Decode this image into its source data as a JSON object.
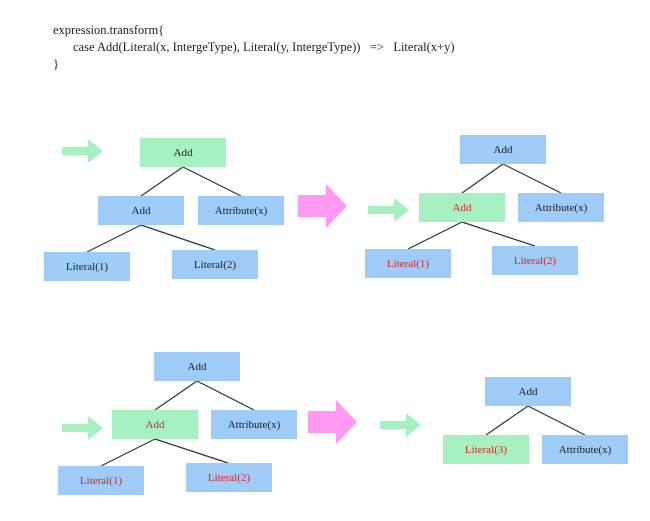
{
  "code": {
    "line1": "expression.transform{",
    "line2": "case Add(Literal(x, IntergeType), Literal(y, IntergeType))   =>   Literal(x+y)",
    "line3": "}"
  },
  "colors": {
    "node_blue": "#9ecbf8",
    "node_green": "#a6f0c2",
    "highlight_text": "#e02020",
    "small_arrow": "#a6f0c2",
    "big_arrow": "#ff99f2",
    "edge": "#333333"
  },
  "trees": {
    "t1": {
      "root": "Add",
      "inner": "Add",
      "attr": "Attribute(x)",
      "lit1": "Literal(1)",
      "lit2": "Literal(2)"
    },
    "t2": {
      "root": "Add",
      "inner": "Add",
      "attr": "Attribute(x)",
      "lit1": "Literal(1)",
      "lit2": "Literal(2)"
    },
    "t3": {
      "root": "Add",
      "inner": "Add",
      "attr": "Attribute(x)",
      "lit1": "Literal(1)",
      "lit2": "Literal(2)"
    },
    "t4": {
      "root": "Add",
      "lit3": "Literal(3)",
      "attr": "Attribute(x)"
    }
  }
}
